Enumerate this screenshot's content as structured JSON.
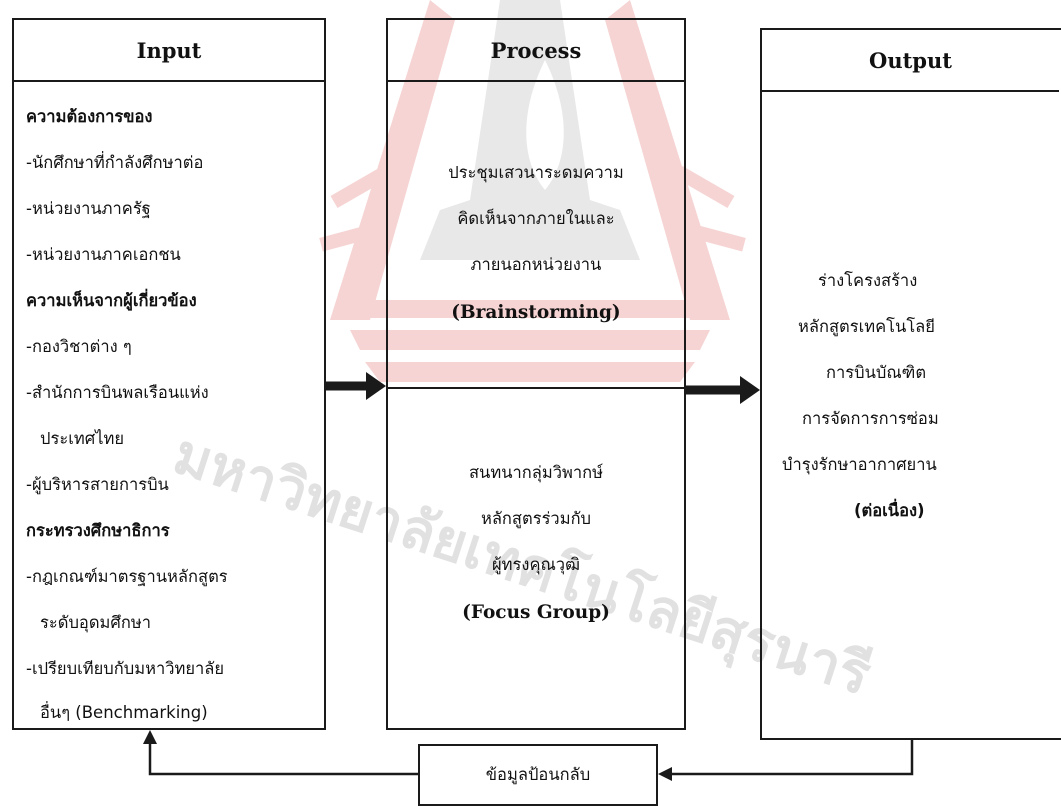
{
  "input": {
    "title": "Input",
    "lines": [
      "ความต้องการของ",
      "-นักศึกษาที่กำลังศึกษาต่อ",
      "-หน่วยงานภาครัฐ",
      "-หน่วยงานภาคเอกชน",
      "ความเห็นจากผู้เกี่ยวข้อง",
      "-กองวิชาต่าง ๆ",
      "-สำนักการบินพลเรือนแห่ง",
      "ประเทศไทย",
      "-ผู้บริหารสายการบิน",
      "กระทรวงศึกษาธิการ",
      "-กฎเกณฑ์มาตรฐานหลักสูตร",
      "ระดับอุดมศึกษา",
      "-เปรียบเทียบกับมหาวิทยาลัย",
      "อื่นๆ (Benchmarking)"
    ]
  },
  "process": {
    "title": "Process",
    "top_lines": [
      "ประชุมเสวนาระดมความ",
      "คิดเห็นจากภายในและ",
      "ภายนอกหน่วยงาน",
      "(Brainstorming)"
    ],
    "bottom_lines": [
      "สนทนากลุ่มวิพากษ์",
      "หลักสูตรร่วมกับ",
      "ผู้ทรงคุณวุฒิ",
      "(Focus Group)"
    ]
  },
  "output": {
    "title": "Output",
    "lines": [
      "ร่างโครงสร้าง",
      "หลักสูตรเทคโนโลยี",
      "การบินบัณฑิต",
      "การจัดการการซ่อม",
      "บำรุงรักษาอากาศยาน",
      "(ต่อเนื่อง)"
    ]
  },
  "feedback": {
    "label": "ข้อมูลป้อนกลับ"
  },
  "watermark": {
    "text": "มหาวิทยาลัยเทคโนโลยีสุรนารี"
  },
  "colors": {
    "line": "#1a1a1a",
    "watermark_red": "#e06060",
    "watermark_gray": "#c8c8c8"
  }
}
